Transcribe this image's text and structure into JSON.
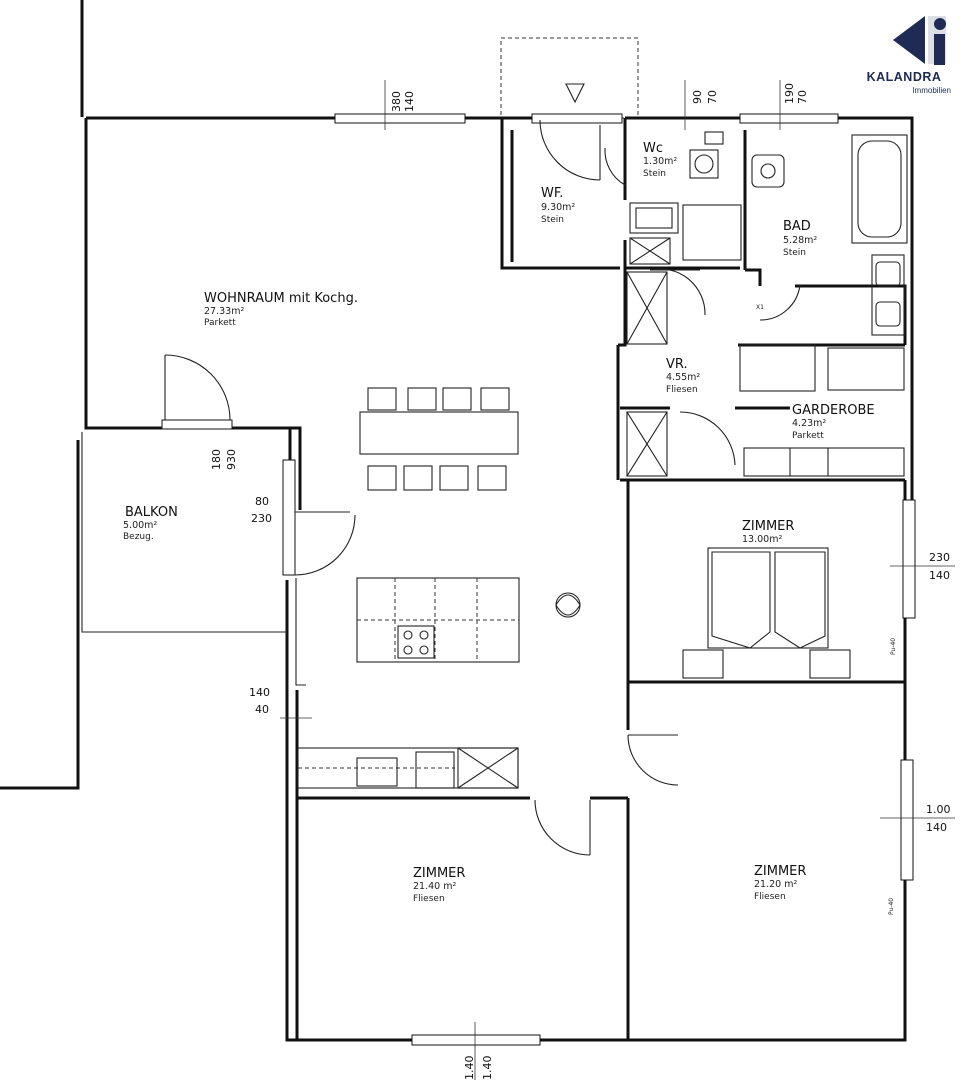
{
  "brand": {
    "name": "KALANDRA",
    "subtitle": "Immobilien",
    "color": "#1f2a55",
    "logo_icon": "kalandra-logo-icon"
  },
  "rooms": {
    "wohnraum": {
      "name": "WOHNRAUM mit Kochg.",
      "area": "27.33m²",
      "floor": "Parkett"
    },
    "wf": {
      "name": "WF.",
      "area": "9.30m²",
      "floor": "Stein"
    },
    "wc": {
      "name": "Wc",
      "area": "1.30m²",
      "floor": "Stein"
    },
    "bad": {
      "name": "BAD",
      "area": "5.28m²",
      "floor": "Stein"
    },
    "vr": {
      "name": "VR.",
      "area": "4.55m²",
      "floor": "Fliesen"
    },
    "garderobe": {
      "name": "GARDEROBE",
      "area": "4.23m²",
      "floor": "Parkett"
    },
    "balkon": {
      "name": "BALKON",
      "area": "5.00m²",
      "floor": "Bezug."
    },
    "zimmer_mid": {
      "name": "ZIMMER",
      "area": "13.00m²"
    },
    "zimmer_bl": {
      "name": "ZIMMER",
      "area": "21.40 m²",
      "floor": "Fliesen"
    },
    "zimmer_br": {
      "name": "ZIMMER",
      "area": "21.20 m²",
      "floor": "Fliesen"
    }
  },
  "dimensions": {
    "top1_a": "380",
    "top1_b": "140",
    "top2_a": "90",
    "top2_b": "70",
    "top3_a": "190",
    "top3_b": "70",
    "balkon_door_a": "180",
    "balkon_door_b": "930",
    "balkon_win_a": "80",
    "balkon_win_b": "230",
    "left_a": "140",
    "left_b": "40",
    "right1_a": "230",
    "right1_b": "140",
    "right2_a": "1.00",
    "right2_b": "140",
    "bottom_a": "1.40",
    "bottom_b": "1.40"
  },
  "small_labels": {
    "x1_label": "X1",
    "pos_left": "Pu-40",
    "pos_right": "Pu-40"
  }
}
